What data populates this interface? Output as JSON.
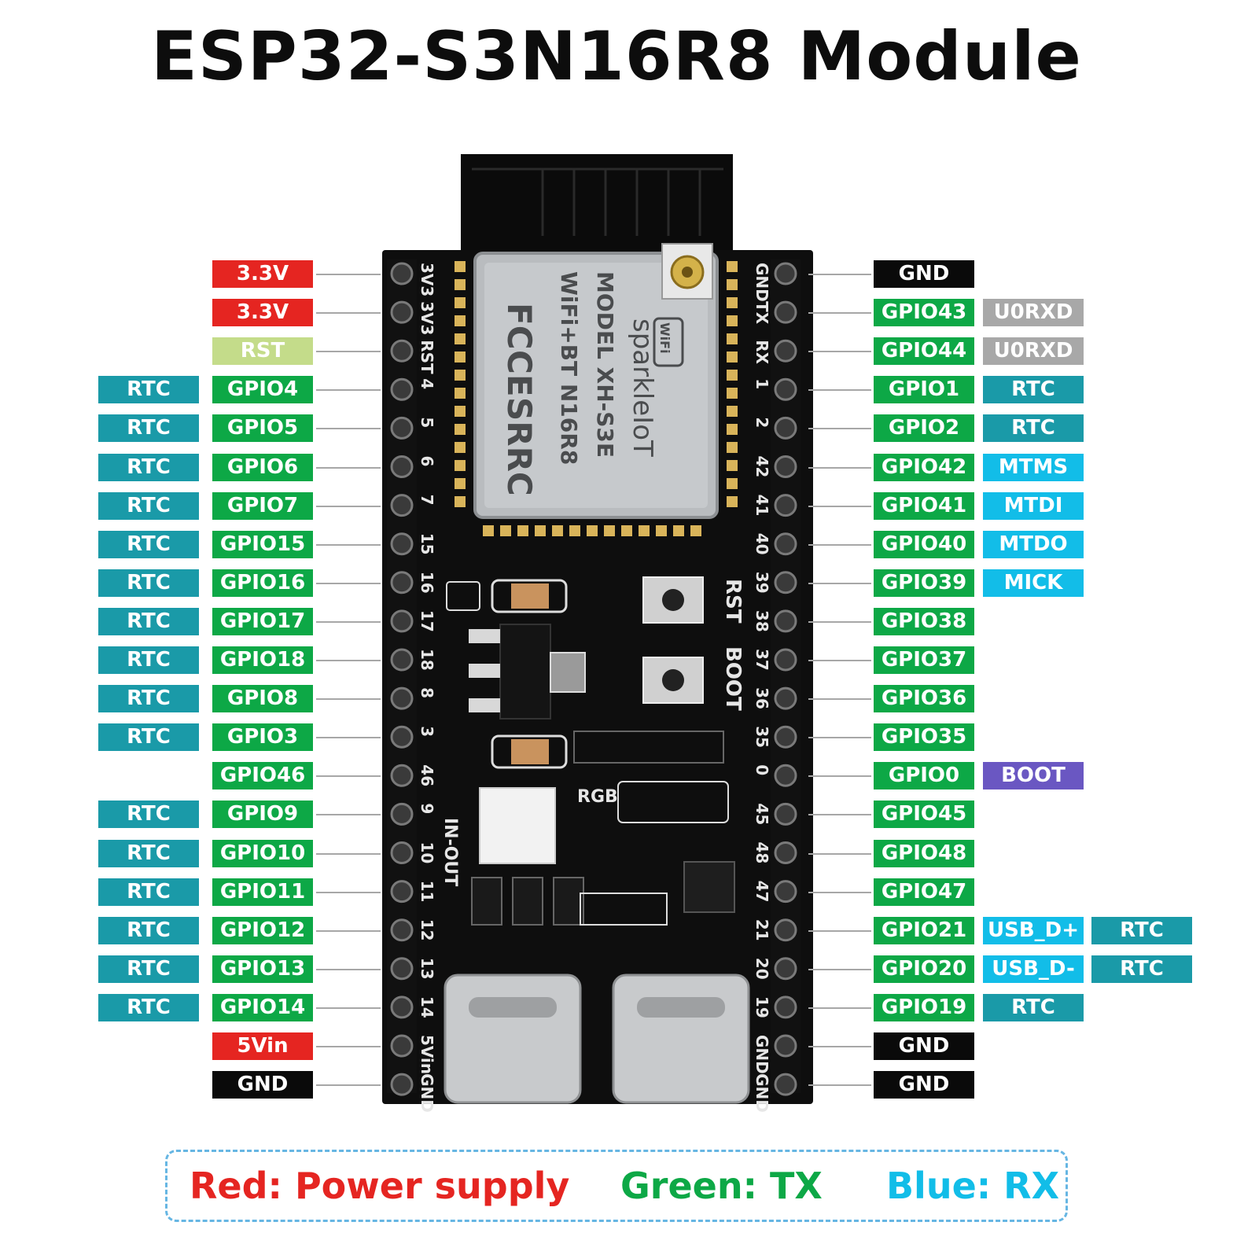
{
  "title": "ESP32-S3N16R8 Module",
  "colors": {
    "red": "#e52521",
    "green": "#0da846",
    "black": "#0a0a0a",
    "teal": "#1a9aa8",
    "sky": "#12bde8",
    "gray": "#a8a8a8",
    "lime": "#c4dc8a",
    "purple": "#6a57c2"
  },
  "board": {
    "module_model": "MODEL  XH-S3E",
    "module_sub": "WiFi+BT  N16R8",
    "module_brand": "sparkleIoT",
    "module_wifi": "WiFi",
    "cert_fc": "FC",
    "cert_ce": "CE",
    "cert_srrc": "SRRC",
    "rst_button": "RST",
    "boot_button": "BOOT",
    "rgb_label": "RGB",
    "inout_label": "IN-OUT",
    "left_silk": [
      "3V3",
      "3V3",
      "RST",
      "4",
      "5",
      "6",
      "7",
      "15",
      "16",
      "17",
      "18",
      "8",
      "3",
      "46",
      "9",
      "10",
      "11",
      "12",
      "13",
      "14",
      "5Vin",
      "GND"
    ],
    "right_silk": [
      "GND",
      "TX",
      "RX",
      "1",
      "2",
      "42",
      "41",
      "40",
      "39",
      "38",
      "37",
      "36",
      "35",
      "0",
      "45",
      "48",
      "47",
      "21",
      "20",
      "19",
      "GND",
      "GND"
    ]
  },
  "left_pins": [
    {
      "name": "3.3V",
      "color": "red",
      "func": ""
    },
    {
      "name": "3.3V",
      "color": "red",
      "func": ""
    },
    {
      "name": "RST",
      "color": "lime",
      "func": ""
    },
    {
      "name": "GPIO4",
      "color": "green",
      "func": "RTC"
    },
    {
      "name": "GPIO5",
      "color": "green",
      "func": "RTC"
    },
    {
      "name": "GPIO6",
      "color": "green",
      "func": "RTC"
    },
    {
      "name": "GPIO7",
      "color": "green",
      "func": "RTC"
    },
    {
      "name": "GPIO15",
      "color": "green",
      "func": "RTC"
    },
    {
      "name": "GPIO16",
      "color": "green",
      "func": "RTC"
    },
    {
      "name": "GPIO17",
      "color": "green",
      "func": "RTC"
    },
    {
      "name": "GPIO18",
      "color": "green",
      "func": "RTC"
    },
    {
      "name": "GPIO8",
      "color": "green",
      "func": "RTC"
    },
    {
      "name": "GPIO3",
      "color": "green",
      "func": "RTC"
    },
    {
      "name": "GPIO46",
      "color": "green",
      "func": ""
    },
    {
      "name": "GPIO9",
      "color": "green",
      "func": "RTC"
    },
    {
      "name": "GPIO10",
      "color": "green",
      "func": "RTC"
    },
    {
      "name": "GPIO11",
      "color": "green",
      "func": "RTC"
    },
    {
      "name": "GPIO12",
      "color": "green",
      "func": "RTC"
    },
    {
      "name": "GPIO13",
      "color": "green",
      "func": "RTC"
    },
    {
      "name": "GPIO14",
      "color": "green",
      "func": "RTC"
    },
    {
      "name": "5Vin",
      "color": "red",
      "func": ""
    },
    {
      "name": "GND",
      "color": "black",
      "func": ""
    }
  ],
  "right_pins": [
    {
      "name": "GND",
      "color": "black",
      "func": "",
      "func_color": "",
      "extra": ""
    },
    {
      "name": "GPIO43",
      "color": "green",
      "func": "U0RXD",
      "func_color": "gray",
      "extra": ""
    },
    {
      "name": "GPIO44",
      "color": "green",
      "func": "U0RXD",
      "func_color": "gray",
      "extra": ""
    },
    {
      "name": "GPIO1",
      "color": "green",
      "func": "RTC",
      "func_color": "teal",
      "extra": ""
    },
    {
      "name": "GPIO2",
      "color": "green",
      "func": "RTC",
      "func_color": "teal",
      "extra": ""
    },
    {
      "name": "GPIO42",
      "color": "green",
      "func": "MTMS",
      "func_color": "sky",
      "extra": ""
    },
    {
      "name": "GPIO41",
      "color": "green",
      "func": "MTDI",
      "func_color": "sky",
      "extra": ""
    },
    {
      "name": "GPIO40",
      "color": "green",
      "func": "MTDO",
      "func_color": "sky",
      "extra": ""
    },
    {
      "name": "GPIO39",
      "color": "green",
      "func": "MICK",
      "func_color": "sky",
      "extra": ""
    },
    {
      "name": "GPIO38",
      "color": "green",
      "func": "",
      "func_color": "",
      "extra": ""
    },
    {
      "name": "GPIO37",
      "color": "green",
      "func": "",
      "func_color": "",
      "extra": ""
    },
    {
      "name": "GPIO36",
      "color": "green",
      "func": "",
      "func_color": "",
      "extra": ""
    },
    {
      "name": "GPIO35",
      "color": "green",
      "func": "",
      "func_color": "",
      "extra": ""
    },
    {
      "name": "GPIO0",
      "color": "green",
      "func": "BOOT",
      "func_color": "purple",
      "extra": ""
    },
    {
      "name": "GPIO45",
      "color": "green",
      "func": "",
      "func_color": "",
      "extra": ""
    },
    {
      "name": "GPIO48",
      "color": "green",
      "func": "",
      "func_color": "",
      "extra": ""
    },
    {
      "name": "GPIO47",
      "color": "green",
      "func": "",
      "func_color": "",
      "extra": ""
    },
    {
      "name": "GPIO21",
      "color": "green",
      "func": "USB_D+",
      "func_color": "sky",
      "extra": "RTC"
    },
    {
      "name": "GPIO20",
      "color": "green",
      "func": "USB_D-",
      "func_color": "sky",
      "extra": "RTC"
    },
    {
      "name": "GPIO19",
      "color": "green",
      "func": "RTC",
      "func_color": "teal",
      "extra": ""
    },
    {
      "name": "GND",
      "color": "black",
      "func": "",
      "func_color": "",
      "extra": ""
    },
    {
      "name": "GND",
      "color": "black",
      "func": "",
      "func_color": "",
      "extra": ""
    }
  ],
  "legend": {
    "red": {
      "text": "Red: Power supply",
      "color": "#e52521"
    },
    "green": {
      "text": "Green: TX",
      "color": "#0da846"
    },
    "blue": {
      "text": "Blue: RX",
      "color": "#12bde8"
    }
  }
}
